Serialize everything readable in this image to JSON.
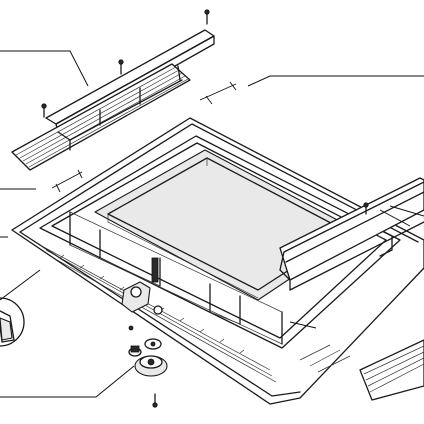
{
  "figure": {
    "kind": "exploded-view technical drawing",
    "parts": [
      {
        "id": "front-rail",
        "icon": "rail-with-louvre"
      },
      {
        "id": "rear-rail",
        "icon": "rail-with-louvre"
      },
      {
        "id": "frame-rim",
        "icon": "frame"
      },
      {
        "id": "corner-bracket",
        "icon": "bracket"
      },
      {
        "id": "screw-set",
        "icon": "screw"
      },
      {
        "id": "hinge-knob",
        "icon": "knob"
      }
    ],
    "colors": {
      "line": "#1a1a1a",
      "paper": "#ffffff"
    }
  }
}
